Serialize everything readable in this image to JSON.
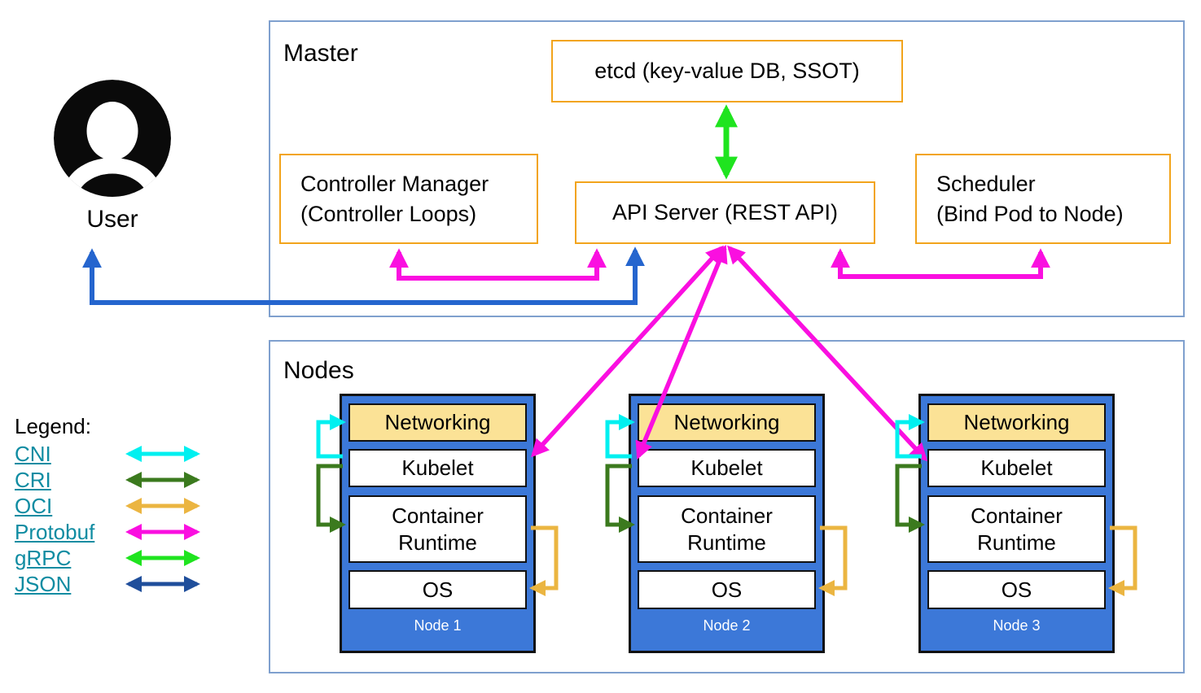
{
  "master": {
    "label": "Master",
    "etcd_label": "etcd (key-value DB, SSOT)",
    "controller_manager": {
      "line1": "Controller Manager",
      "line2": "(Controller Loops)"
    },
    "api_server_label": "API Server (REST API)",
    "scheduler": {
      "line1": "Scheduler",
      "line2": "(Bind Pod to Node)"
    }
  },
  "user": {
    "label": "User"
  },
  "nodes_section": {
    "label": "Nodes",
    "nodes": [
      {
        "title": "Node 1",
        "layers": [
          "Networking",
          "Kubelet",
          "Container Runtime",
          "OS"
        ]
      },
      {
        "title": "Node 2",
        "layers": [
          "Networking",
          "Kubelet",
          "Container Runtime",
          "OS"
        ]
      },
      {
        "title": "Node 3",
        "layers": [
          "Networking",
          "Kubelet",
          "Container Runtime",
          "OS"
        ]
      }
    ]
  },
  "legend": {
    "title": "Legend:",
    "entries": [
      {
        "label": "CNI",
        "color": "#00F0F0"
      },
      {
        "label": "CRI",
        "color": "#3B7A1E"
      },
      {
        "label": "OCI",
        "color": "#EBB541"
      },
      {
        "label": "Protobuf",
        "color": "#FA0FE0"
      },
      {
        "label": "gRPC",
        "color": "#1FE41F"
      },
      {
        "label": "JSON",
        "color": "#1F4E9B"
      }
    ]
  },
  "colors": {
    "master_border": "#7FA0CE",
    "box_border": "#F2A41C",
    "node_fill": "#3C78D8",
    "networking_fill": "#FBE296",
    "cni": "#00F0F0",
    "cri": "#3B7A1E",
    "oci": "#EBB541",
    "protobuf": "#FA0FE0",
    "grpc": "#1FE41F",
    "json": "#1F4E9B",
    "user_arrow": "#2565CE",
    "legend_link": "#0F8CA2"
  }
}
